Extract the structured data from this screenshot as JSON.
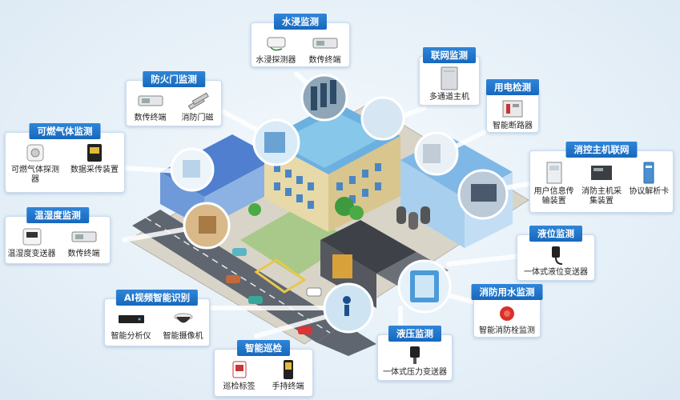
{
  "panels": {
    "water": {
      "title": "水浸监测",
      "items": [
        "水浸探测器",
        "数传终端"
      ]
    },
    "network": {
      "title": "联网监测",
      "items": [
        "多通道主机"
      ]
    },
    "firedoor": {
      "title": "防火门监测",
      "items": [
        "数传终端",
        "消防门磁"
      ]
    },
    "power": {
      "title": "用电检测",
      "items": [
        "智能断路器"
      ]
    },
    "gas": {
      "title": "可燃气体监测",
      "items": [
        "可燃气体探测器",
        "数据采传装置"
      ]
    },
    "fireHost": {
      "title": "消控主机联网",
      "items": [
        "用户信息传输装置",
        "消防主机采集装置",
        "协议解析卡"
      ]
    },
    "humidity": {
      "title": "温湿度监测",
      "items": [
        "温湿度变送器",
        "数传终端"
      ]
    },
    "level": {
      "title": "液位监测",
      "items": [
        "一体式液位变送器"
      ]
    },
    "ai": {
      "title": "AI视频智能识别",
      "items": [
        "智能分析仪",
        "智能摄像机"
      ]
    },
    "hydrant": {
      "title": "消防用水监测",
      "items": [
        "智能消防栓监测"
      ]
    },
    "pressure": {
      "title": "液压监测",
      "items": [
        "一体式压力变送器"
      ]
    },
    "patrol": {
      "title": "智能巡检",
      "items": [
        "巡检标签",
        "手持终端"
      ]
    }
  },
  "icons": [
    "water-sensor-icon",
    "data-terminal-icon",
    "multi-channel-host-icon",
    "door-magnet-icon",
    "smart-breaker-icon",
    "gas-detector-icon",
    "data-collector-icon",
    "info-transmitter-icon",
    "fire-host-collector-icon",
    "protocol-card-icon",
    "humidity-transmitter-icon",
    "level-transmitter-icon",
    "analyzer-icon",
    "camera-icon",
    "hydrant-monitor-icon",
    "pressure-transmitter-icon",
    "patrol-tag-icon",
    "handheld-terminal-icon"
  ],
  "colors": {
    "title_bg": "#1f74c9",
    "card_border": "#c9dcee",
    "building_blue": "#7fb8e6",
    "roof_green": "#7cbf4a",
    "ground": "#9aa3ad",
    "background": "#e6f0f8"
  }
}
